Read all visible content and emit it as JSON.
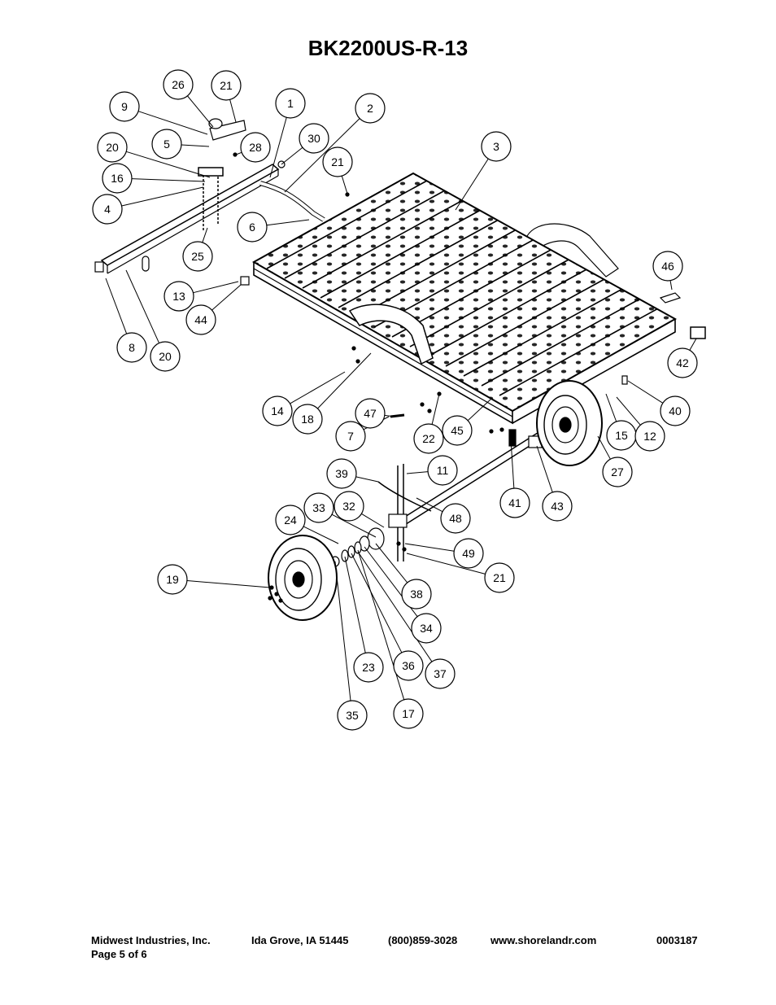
{
  "title": "BK2200US-R-13",
  "callouts": [
    {
      "label": "26"
    },
    {
      "label": "21"
    },
    {
      "label": "9"
    },
    {
      "label": "1"
    },
    {
      "label": "2"
    },
    {
      "label": "5"
    },
    {
      "label": "28"
    },
    {
      "label": "30"
    },
    {
      "label": "20"
    },
    {
      "label": "21"
    },
    {
      "label": "3"
    },
    {
      "label": "16"
    },
    {
      "label": "4"
    },
    {
      "label": "6"
    },
    {
      "label": "25"
    },
    {
      "label": "46"
    },
    {
      "label": "13"
    },
    {
      "label": "44"
    },
    {
      "label": "8"
    },
    {
      "label": "20"
    },
    {
      "label": "42"
    },
    {
      "label": "14"
    },
    {
      "label": "18"
    },
    {
      "label": "47"
    },
    {
      "label": "7"
    },
    {
      "label": "22"
    },
    {
      "label": "45"
    },
    {
      "label": "40"
    },
    {
      "label": "15"
    },
    {
      "label": "12"
    },
    {
      "label": "27"
    },
    {
      "label": "11"
    },
    {
      "label": "39"
    },
    {
      "label": "48"
    },
    {
      "label": "41"
    },
    {
      "label": "43"
    },
    {
      "label": "33"
    },
    {
      "label": "32"
    },
    {
      "label": "24"
    },
    {
      "label": "49"
    },
    {
      "label": "21"
    },
    {
      "label": "19"
    },
    {
      "label": "38"
    },
    {
      "label": "34"
    },
    {
      "label": "23"
    },
    {
      "label": "36"
    },
    {
      "label": "37"
    },
    {
      "label": "35"
    },
    {
      "label": "17"
    }
  ],
  "footer": {
    "company": "Midwest Industries, Inc.",
    "address": "Ida Grove, IA  51445",
    "phone": "(800)859-3028",
    "website": "www.shorelandr.com",
    "doc_number": "0003187",
    "page": "Page 5 of 6"
  }
}
